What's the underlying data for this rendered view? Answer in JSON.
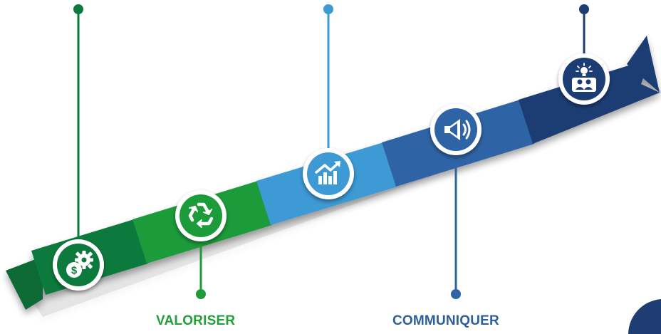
{
  "timeline": {
    "steps": [
      {
        "icon": "dollar-gear-icon",
        "color": "#0b7a3e",
        "label": ""
      },
      {
        "icon": "recycle-icon",
        "color": "#1f9b3a",
        "label": "VALORISER"
      },
      {
        "icon": "growth-chart-icon",
        "color": "#3d9ad4",
        "label": ""
      },
      {
        "icon": "megaphone-icon",
        "color": "#2d64a5",
        "label": "COMMUNIQUER"
      },
      {
        "icon": "idea-team-icon",
        "color": "#1d3d73",
        "label": ""
      }
    ]
  },
  "labels": {
    "valoriser": "VALORISER",
    "communiquer": "COMMUNIQUER"
  }
}
